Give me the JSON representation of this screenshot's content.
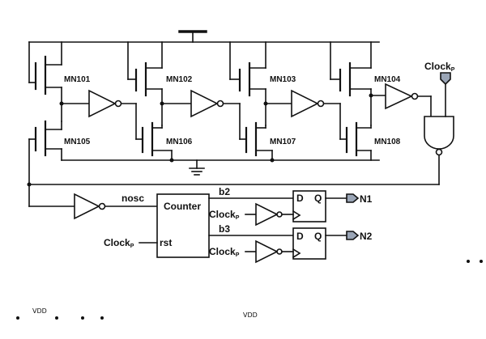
{
  "transistors": {
    "mn101": "MN101",
    "mn102": "MN102",
    "mn103": "MN103",
    "mn104": "MN104",
    "mn105": "MN105",
    "mn106": "MN106",
    "mn107": "MN107",
    "mn108": "MN108"
  },
  "signals": {
    "clock": "Clock",
    "clock_sub": "P",
    "nosc": "nosc",
    "b2": "b2",
    "b3": "b3",
    "rst": "rst",
    "n1": "N1",
    "n2": "N2"
  },
  "blocks": {
    "counter": "Counter",
    "ff_d": "D",
    "ff_q": "Q"
  },
  "footer": {
    "vdd_left": "VDD",
    "vdd_right": "VDD"
  }
}
